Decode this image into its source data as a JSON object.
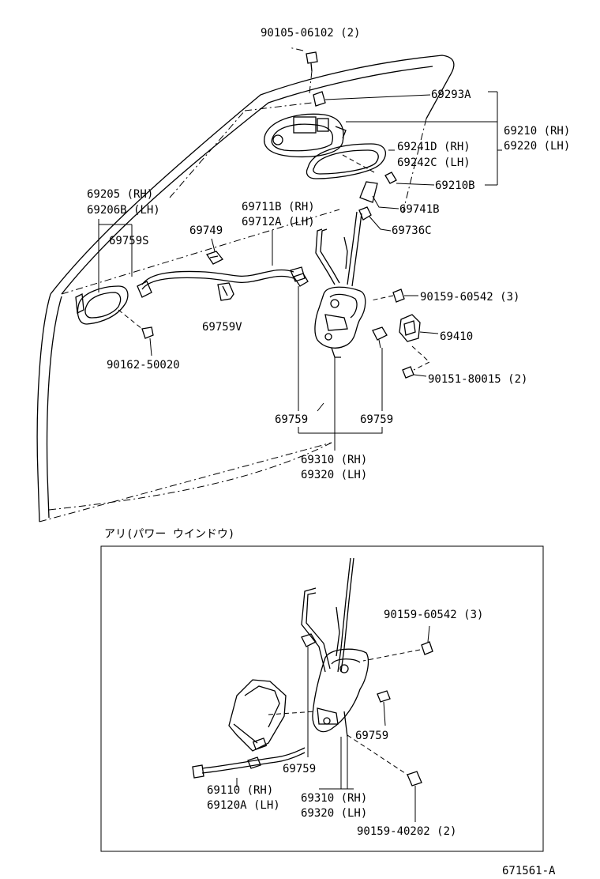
{
  "labels": {
    "screw_top": "90105-06102 (2)",
    "p69293a": "69293A",
    "p69210": "69210 (RH)",
    "p69220": "69220 (LH)",
    "p69241d": "69241D (RH)",
    "p69242c": "69242C (LH)",
    "p69210b": "69210B",
    "p69741b": "69741B",
    "p69736c": "69736C",
    "p69205": "69205  (RH)",
    "p69206b": "69206B (LH)",
    "p69759s": "69759S",
    "p69749": "69749",
    "p69711b": "69711B (RH)",
    "p69712a": "69712A (LH)",
    "screw_60542": "90159-60542 (3)",
    "p69410": "69410",
    "p69759v": "69759V",
    "screw_50020": "90162-50020",
    "screw_80015": "90151-80015 (2)",
    "p69759_left": "69759",
    "p69759_right": "69759",
    "p69310": "69310 (RH)",
    "p69320": "69320 (LH)",
    "inset_caption": "アリ(パワー ウインドウ)",
    "inset_screw_60542": "90159-60542 (3)",
    "inset_69759_right": "69759",
    "inset_69759_left": "69759",
    "inset_69110": "69110  (RH)",
    "inset_69120a": "69120A (LH)",
    "inset_69310": "69310 (RH)",
    "inset_69320": "69320 (LH)",
    "inset_screw_40202": "90159-40202 (2)",
    "figure_id": "671561-A"
  }
}
